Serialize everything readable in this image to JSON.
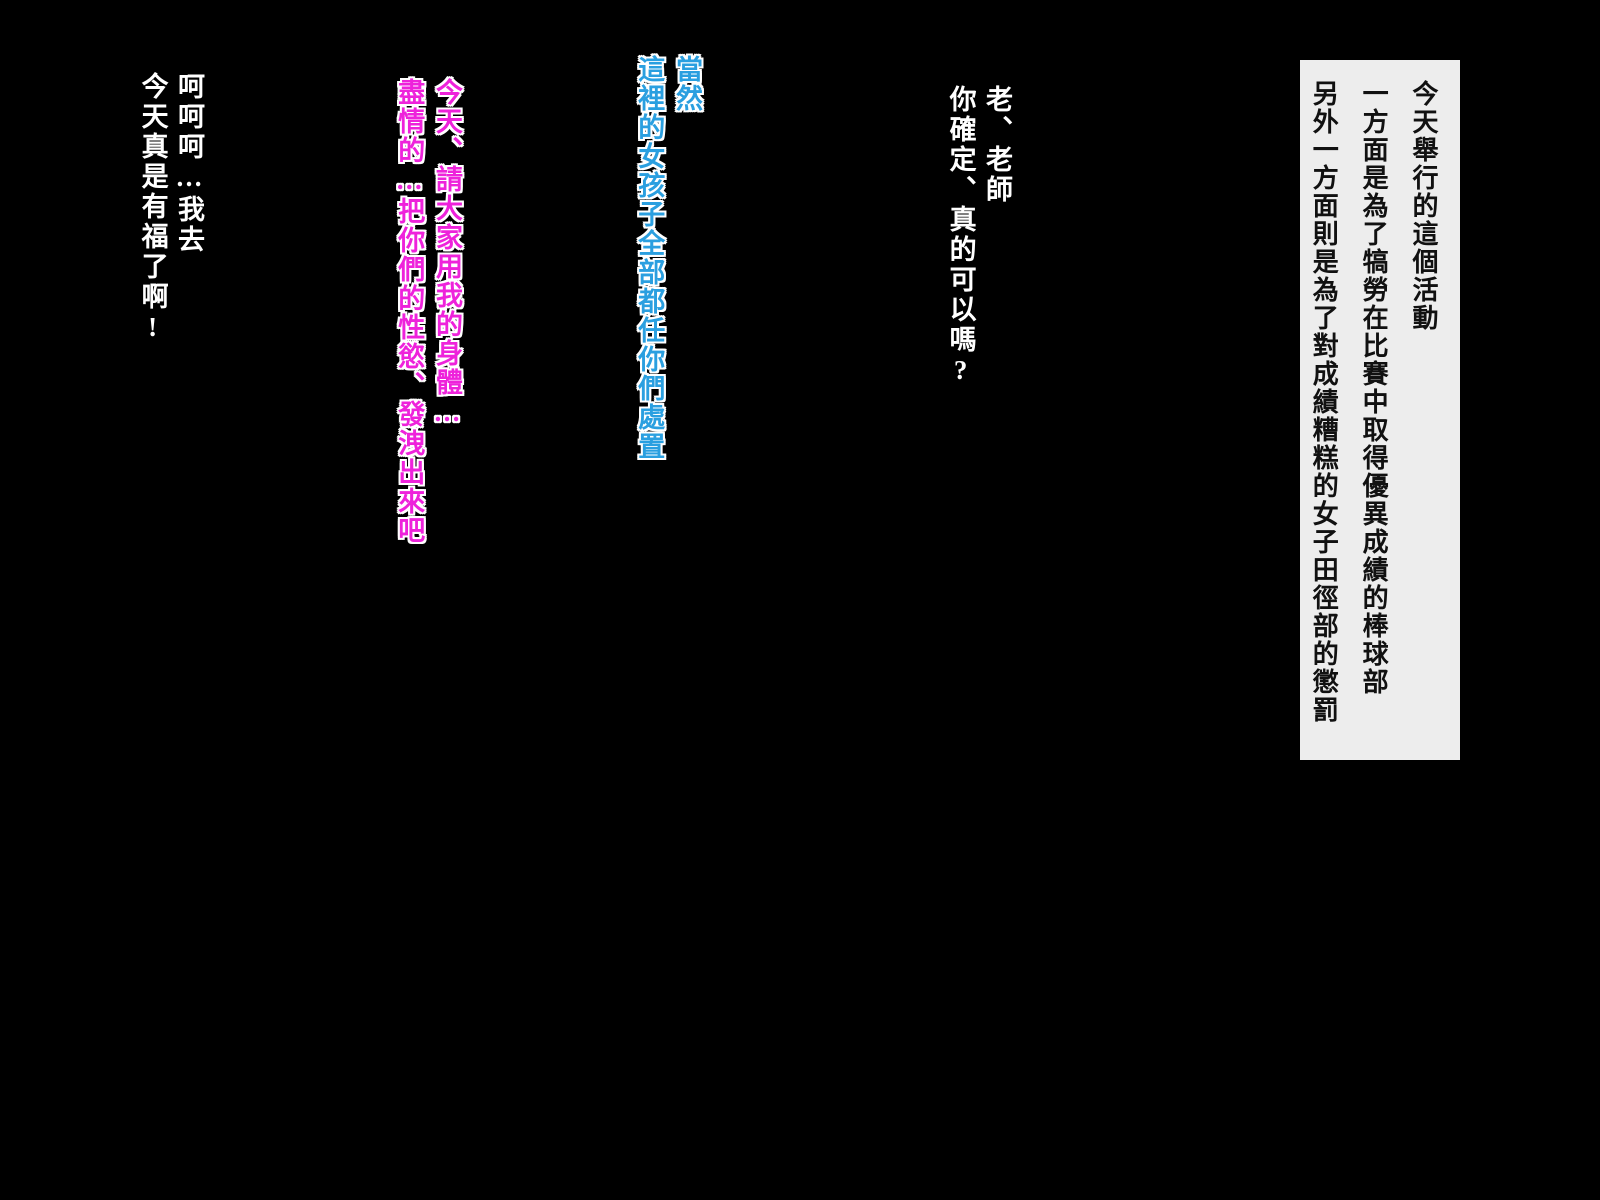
{
  "page": {
    "background": "#000000"
  },
  "colors": {
    "narration_bg": "#ededed",
    "narration_text": "#111111",
    "white_text": "#ffffff",
    "blue_text": "#2a9fe0",
    "pink_text": "#ee22db",
    "outline": "#ffffff"
  },
  "narration": {
    "lines": [
      "今天舉行的這個活動",
      "一方面是為了犒勞在比賽中取得優異成績的棒球部",
      "另外一方面則是為了對成績糟糕的女子田徑部的懲罰"
    ]
  },
  "dialogue": {
    "teacher": {
      "lines": [
        "老、老師",
        "你確定、真的可以嗎?"
      ]
    },
    "organizer": {
      "lines": [
        "當然",
        "這裡的女孩子全部都任你們處置"
      ]
    },
    "girl": {
      "lines": [
        "今天、請大家用我的身體…",
        "盡情的…把你們的性慾、發洩出來吧"
      ]
    },
    "boys": {
      "lines": [
        "呵呵呵…我去",
        "今天真是有福了啊!"
      ]
    }
  }
}
